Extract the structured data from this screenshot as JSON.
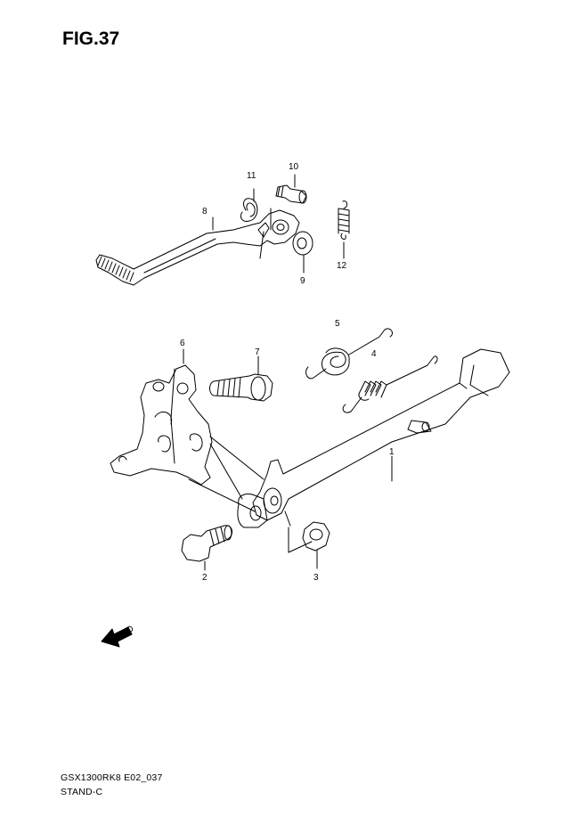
{
  "figure": {
    "title": "FIG.37",
    "code": "GSX1300RK8 E02_037",
    "name": "STAND-C"
  },
  "callouts": [
    "1",
    "2",
    "3",
    "4",
    "5",
    "6",
    "7",
    "8",
    "9",
    "10",
    "11",
    "12"
  ],
  "fwd_label": "FWD",
  "colors": {
    "line": "#000000",
    "background": "#ffffff"
  }
}
